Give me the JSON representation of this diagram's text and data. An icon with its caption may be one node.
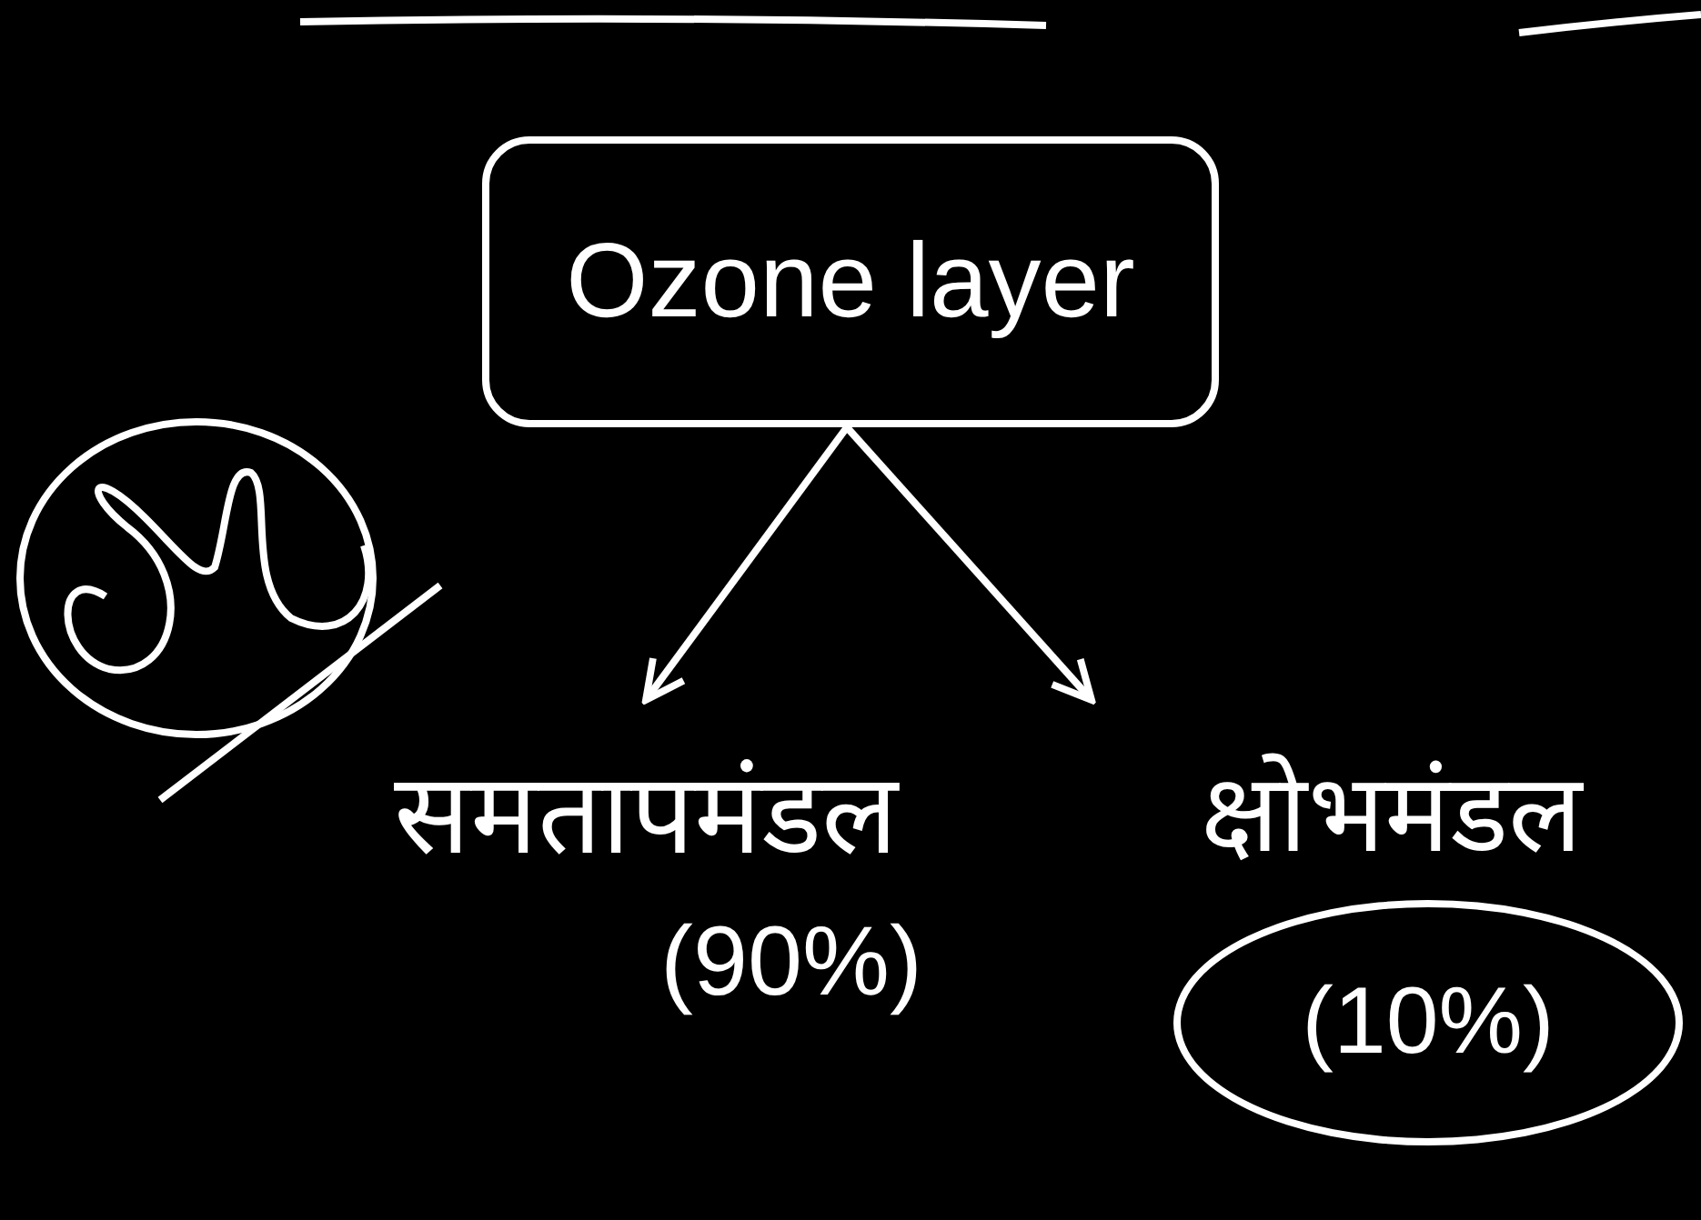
{
  "diagram": {
    "nodes": [
      {
        "text": [
          "Ozone layer"
        ]
      },
      {
        "text": [
          "समतापमंडल",
          "(90%)"
        ]
      },
      {
        "text": [
          "क्षोभमंडल"
        ]
      },
      {
        "text": [
          "(10%)"
        ]
      }
    ],
    "edges": [
      {
        "from": 0,
        "to": 1,
        "arrow": "to"
      },
      {
        "from": 0,
        "to": 2,
        "arrow": "to"
      }
    ]
  }
}
